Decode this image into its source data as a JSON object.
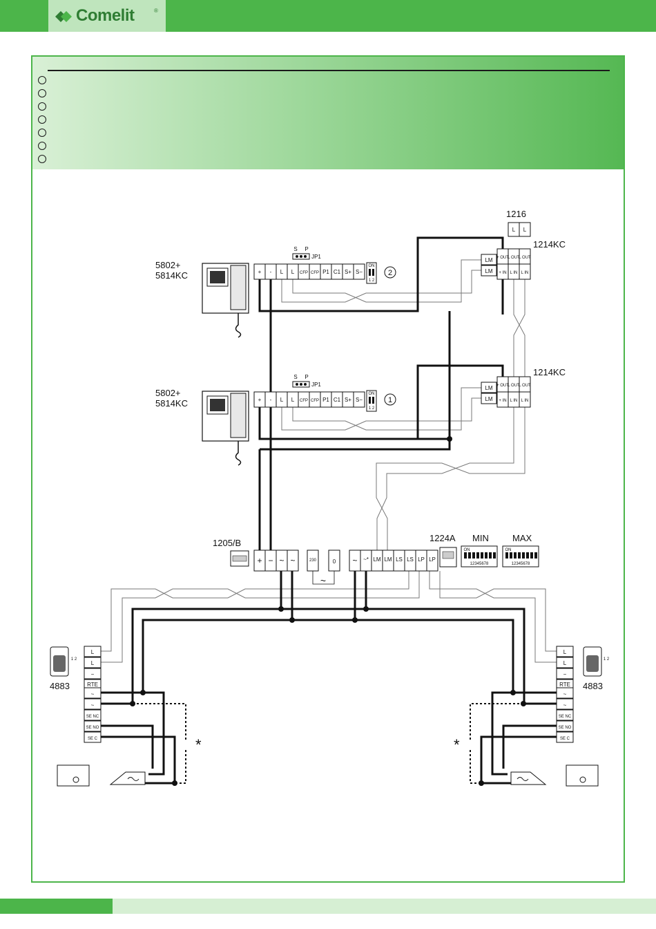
{
  "brand": {
    "name": "Comelit",
    "registered": "®",
    "color_primary": "#4cb54a",
    "color_light": "#bfe5bd"
  },
  "language_markers": 7,
  "devices": {
    "power_supply": "1205/B",
    "monitor_top": {
      "model_line1": "5802+",
      "model_line2": "5814KC",
      "badge": "2"
    },
    "monitor_bottom": {
      "model_line1": "5802+",
      "model_line2": "5814KC",
      "badge": "1"
    },
    "distributor_top": "1214KC",
    "distributor_bottom": "1214KC",
    "line_terminator": "1216",
    "audio_module": "1224A",
    "keypad_left": "4883",
    "keypad_right": "4883",
    "jumper_label": "JP1",
    "jumper_s": "S",
    "jumper_p": "P",
    "dip_min": "MIN",
    "dip_max": "MAX",
    "dip_on": "ON",
    "dip_numbers": "12345678",
    "dip_small": "1 2",
    "asterisk": "*",
    "keypad_buttons": "1 2"
  },
  "terminals": {
    "monitor": [
      "+",
      "-",
      "L",
      "L",
      "CFP",
      "CFP",
      "P1",
      "C1",
      "S+",
      "S−"
    ],
    "distributor_top_row": [
      "+ OUT",
      "L OUT",
      "L OUT"
    ],
    "distributor_bottom_row": [
      "+ IN",
      "L IN",
      "L IN"
    ],
    "distributor_side": [
      "LM",
      "LM"
    ],
    "terminator": [
      "L",
      "L"
    ],
    "power": [
      "+",
      "−",
      "~",
      "~"
    ],
    "mains": [
      "230",
      "0"
    ],
    "mains_symbol": "~",
    "audio": [
      "~",
      "~*",
      "LM",
      "LM",
      "LS",
      "LS",
      "LP",
      "LP"
    ],
    "keypad": [
      "L",
      "L",
      "−",
      "RTE",
      "~",
      "~",
      "SE NC",
      "SE NO",
      "SE C"
    ]
  }
}
